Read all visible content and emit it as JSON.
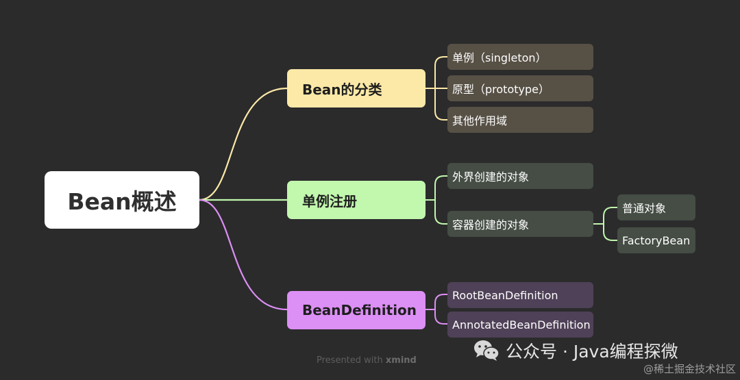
{
  "root": {
    "label": "Bean概述"
  },
  "branches": [
    {
      "label": "Bean的分类",
      "children": [
        "单例（singleton）",
        "原型（prototype）",
        "其他作用域"
      ]
    },
    {
      "label": "单例注册",
      "children": [
        "外界创建的对象",
        "容器创建的对象"
      ],
      "grandchildren": [
        "普通对象",
        "FactoryBean"
      ]
    },
    {
      "label": "BeanDefinition",
      "children": [
        "RootBeanDefinition",
        "AnnotatedBeanDefinition"
      ]
    }
  ],
  "footer": {
    "presented_prefix": "Presented with",
    "brand": "xmind",
    "wechat_text": "公众号 · Java编程探微",
    "watermark": "@稀土掘金技术社区"
  },
  "colors": {
    "background": "#2b2b2c",
    "yellow": "#fde9a7",
    "green": "#c2f7ae",
    "purple": "#dc8ff4"
  },
  "icons": {
    "wechat": "wechat-icon"
  }
}
